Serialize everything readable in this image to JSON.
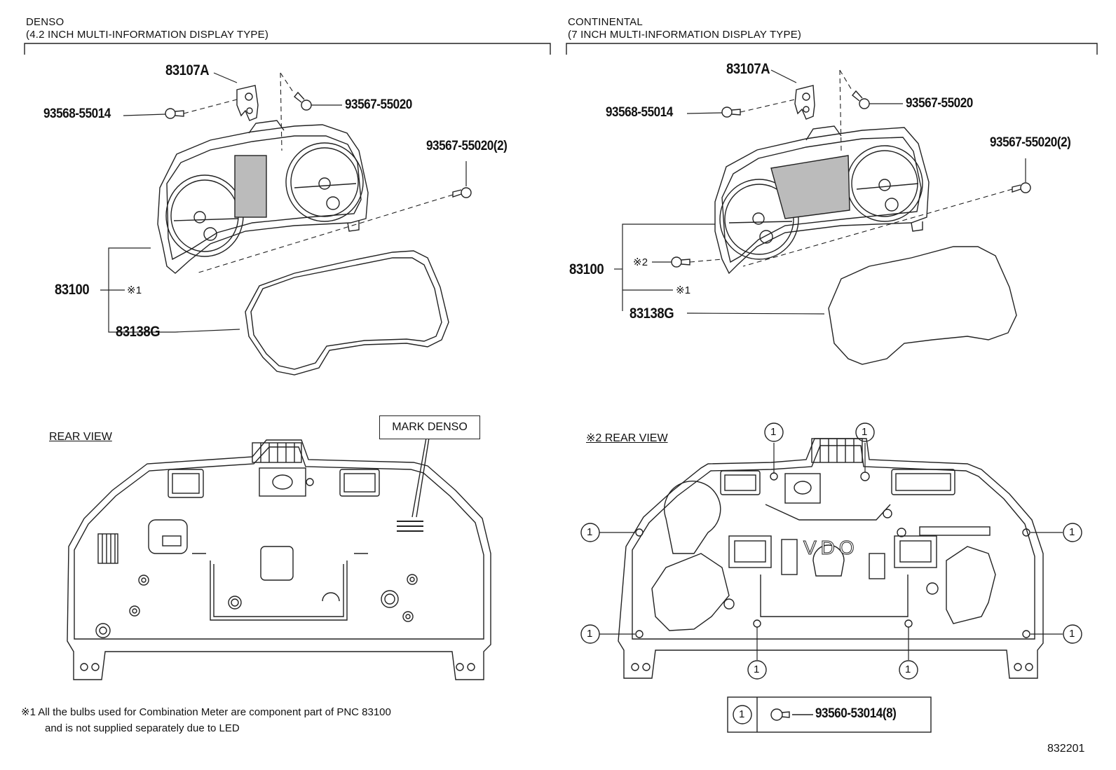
{
  "left": {
    "brand": "DENSO",
    "type": "(4.2 INCH MULTI-INFORMATION DISPLAY TYPE)",
    "parts": {
      "bracket": "83107A",
      "screw_a": "93568-55014",
      "screw_b": "93567-55020",
      "screw_c": "93567-55020(2)",
      "meter": "83100",
      "meter_note": "※1",
      "cover": "83138G"
    },
    "rear_view_label": "REAR VIEW",
    "mark_label": "MARK DENSO"
  },
  "right": {
    "brand": "CONTINENTAL",
    "type": "(7 INCH MULTI-INFORMATION DISPLAY TYPE)",
    "parts": {
      "bracket": "83107A",
      "screw_a": "93568-55014",
      "screw_b": "93567-55020",
      "screw_c": "93567-55020(2)",
      "meter": "83100",
      "note2": "※2",
      "note1": "※1",
      "cover": "83138G"
    },
    "rear_view_label": "※2 REAR VIEW",
    "logo_text": "VDO",
    "callout": "1",
    "legend": {
      "key": "1",
      "part": "93560-53014(8)"
    }
  },
  "footnote": {
    "line1": "※1 All the bulbs used for Combination Meter are component part of PNC 83100",
    "line2": "and is not supplied separately due to LED"
  },
  "figure_id": "832201"
}
